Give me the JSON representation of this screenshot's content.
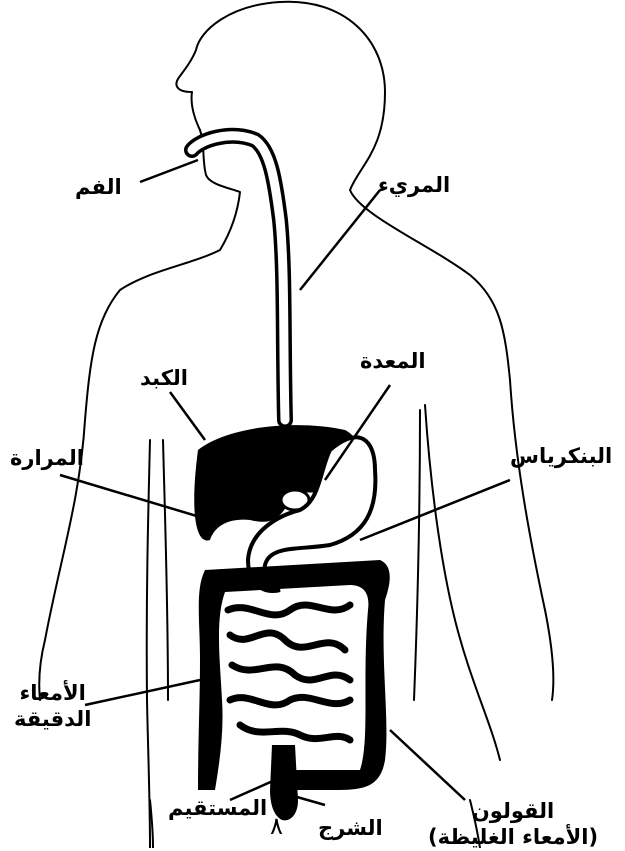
{
  "labels": {
    "mouth": "الفم",
    "esophagus": "المريء",
    "liver": "الكبد",
    "stomach": "المعدة",
    "gallbladder": "المرارة",
    "pancreas": "البنكرياس",
    "small_intestine_line1": "الأمعاء",
    "small_intestine_line2": "الدقيقة",
    "large_intestine_line1": "القولون",
    "large_intestine_line2": "(الأمعاء الغليظة)",
    "rectum": "المستقيم",
    "anus": "الشرج"
  },
  "page_number": "٨"
}
